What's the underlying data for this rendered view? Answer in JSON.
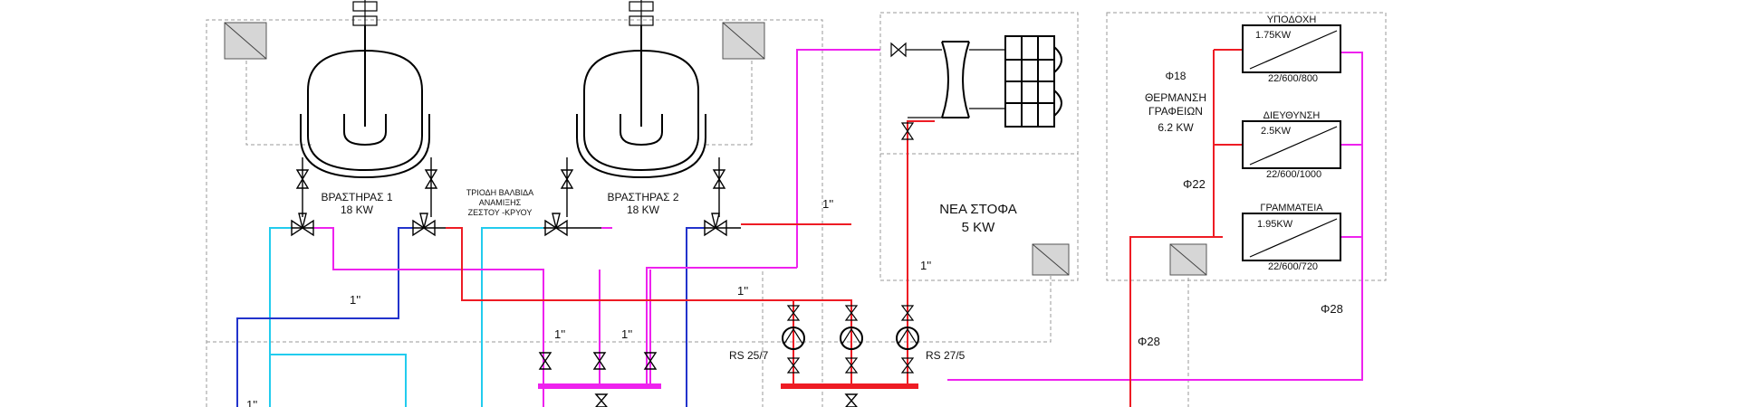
{
  "colors": {
    "hot": "#ee1c24",
    "return": "#ee22ee",
    "cold": "#22ccee",
    "cold_return": "#2233cc",
    "equipment": "#000000",
    "boundary": "#9a9a9a"
  },
  "icons": [
    "sensor-icon",
    "valve-icon",
    "three-way-valve-icon",
    "pump-icon",
    "agitator-icon",
    "fan-icon",
    "heat-exchanger-icon",
    "radiator-icon"
  ],
  "boiler1": {
    "name": "ΒΡΑΣΤΗΡΑΣ 1",
    "power": "18 KW"
  },
  "boiler2": {
    "name": "ΒΡΑΣΤΗΡΑΣ 2",
    "power": "18 KW"
  },
  "mixing_valve": {
    "line1": "ΤΡΙΟΔΗ ΒΑΛΒΙΔΑ",
    "line2": "ΑΝΑΜΙΞΗΣ",
    "line3": "ΖΕΣΤΟΥ -ΚΡΥΟΥ"
  },
  "stove": {
    "name": "ΝΕΑ ΣΤΟΦΑ",
    "power": "5 KW"
  },
  "office_heating": {
    "pipe": "Φ18",
    "line1": "ΘΕΡΜΑΝΣΗ",
    "line2": "ΓΡΑΦΕΙΩΝ",
    "power": "6.2 KW"
  },
  "radiators": [
    {
      "room": "ΥΠΟΔΟΧΗ",
      "power": "1.75KW",
      "size": "22/600/800"
    },
    {
      "room": "ΔΙΕΥΘΥΝΣΗ",
      "power": "2.5KW",
      "size": "22/600/1000"
    },
    {
      "room": "ΓΡΑΜΜΑΤΕΙΑ",
      "power": "1.95KW",
      "size": "22/600/720"
    }
  ],
  "pipe_labels": {
    "one_inch": "1''",
    "phi22": "Φ22",
    "phi28_a": "Φ28",
    "phi28_b": "Φ28"
  },
  "pumps": {
    "left": "RS 25/7",
    "right": "RS 27/5"
  }
}
